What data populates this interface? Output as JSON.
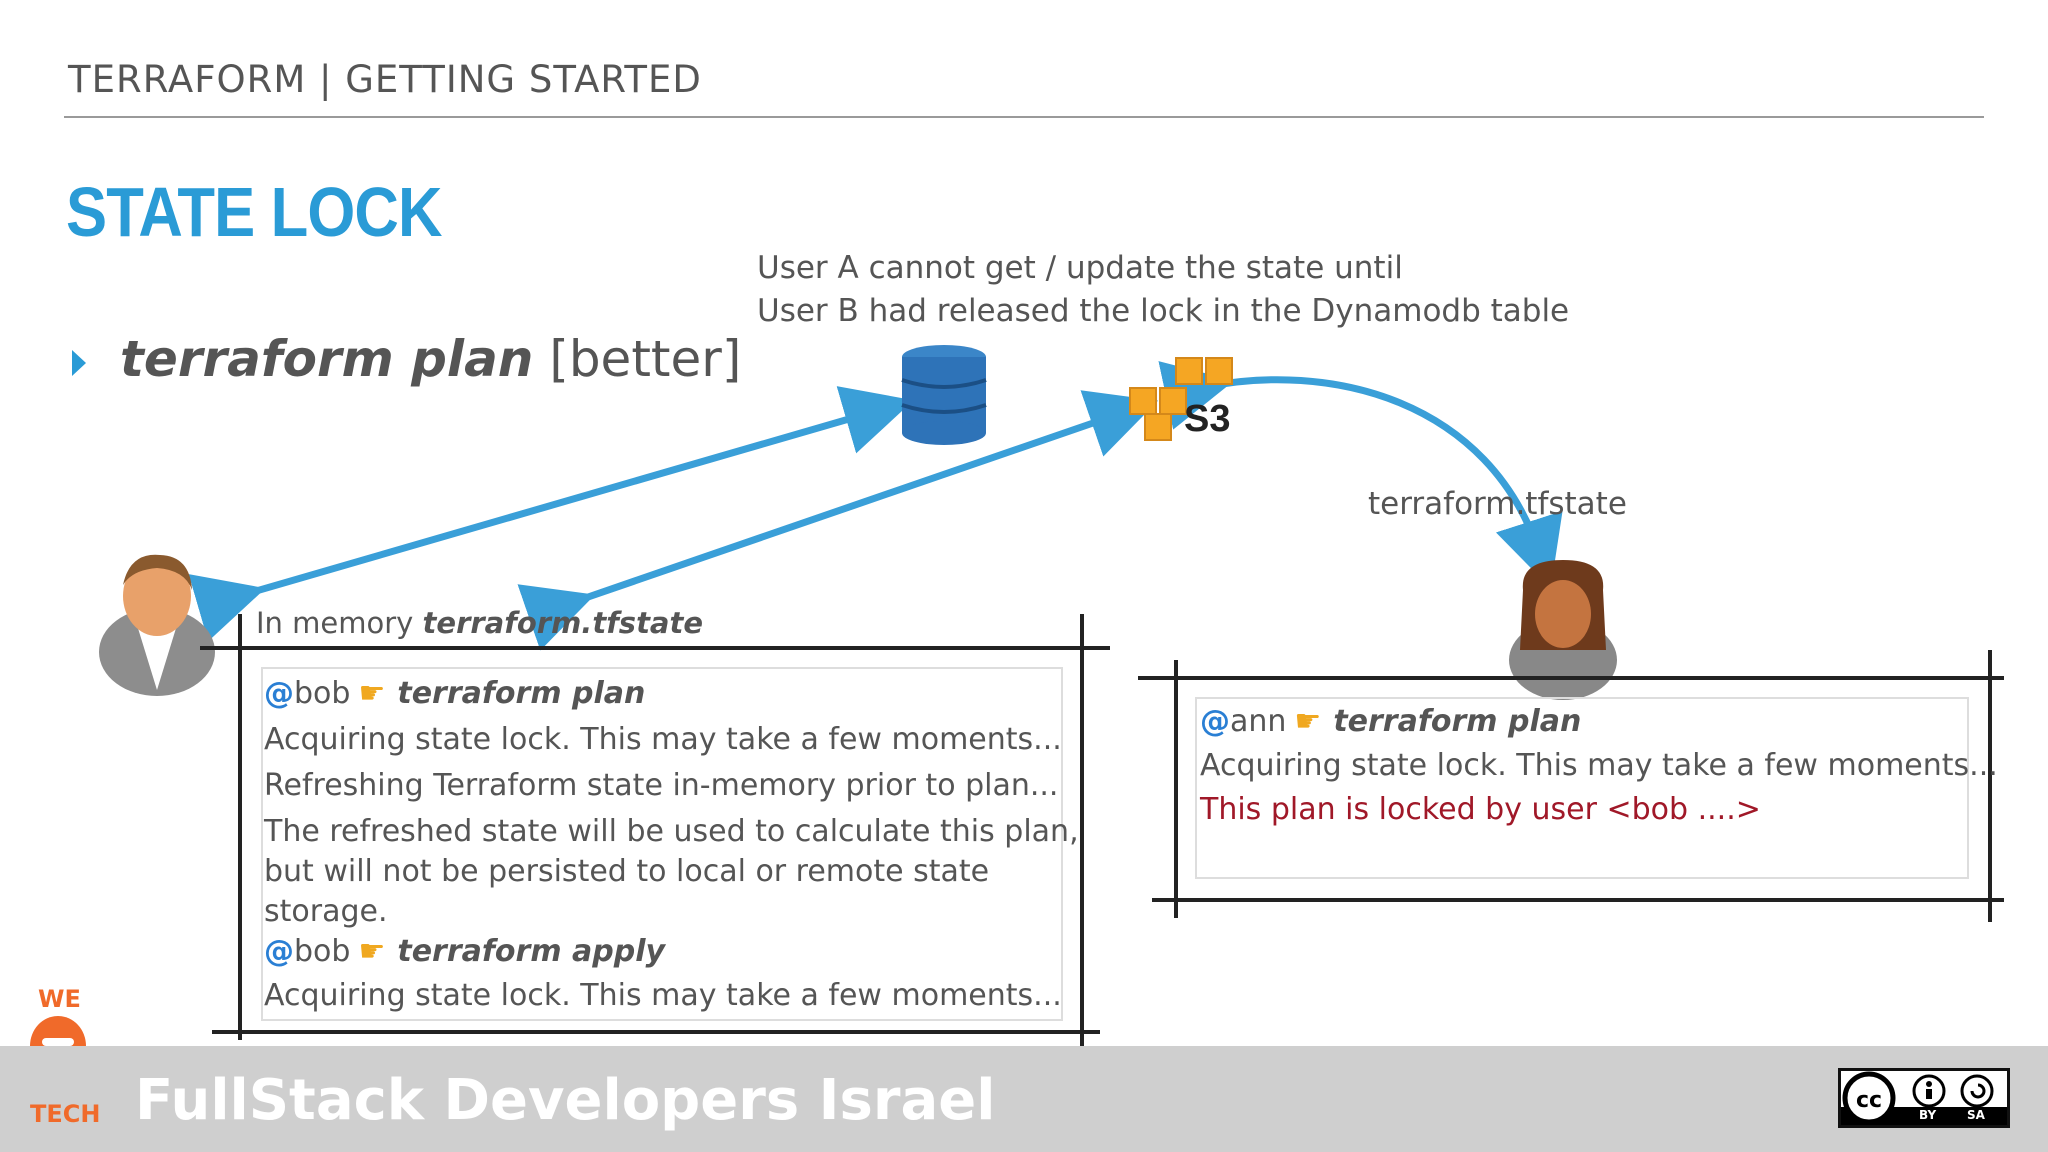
{
  "header": {
    "title": "TERRAFORM | GETTING STARTED"
  },
  "slide": {
    "title": "STATE LOCK"
  },
  "bullet": {
    "command": "terraform plan",
    "suffix": "[better]"
  },
  "note": {
    "line1": "User A cannot get / update the state until",
    "line2": "User B had released the lock in the Dynamodb table"
  },
  "s3_label": "S3",
  "tfstate_label": "terraform.tfstate",
  "memory_label": {
    "prefix": "In memory",
    "file": "terraform.tfstate"
  },
  "bob_terminal": {
    "user1": "bob",
    "cmd1": "terraform plan",
    "line1": "Acquiring state lock. This may take a few moments...",
    "line2": "Refreshing Terraform state in-memory prior to plan...",
    "line3": "The refreshed state will be used to calculate this plan,",
    "line4": "but will not be persisted to local or remote state",
    "line5": "storage.",
    "user2": "bob",
    "cmd2": "terraform apply",
    "line6": "Acquiring state lock. This may take a few moments..."
  },
  "ann_terminal": {
    "user": "ann",
    "cmd": "terraform plan",
    "line1": "Acquiring state lock. This may take a few moments...",
    "line2": "This plan is locked by user <bob ....>"
  },
  "footer": {
    "text": "FullStack Developers Israel",
    "logo_top": "WE",
    "logo_bottom": "TECH",
    "cc_by": "BY",
    "cc_sa": "SA"
  },
  "colors": {
    "accent": "#2a9bd6",
    "error": "#a01828",
    "aws_orange": "#f5a623",
    "dynamo_blue": "#2e73b8"
  }
}
